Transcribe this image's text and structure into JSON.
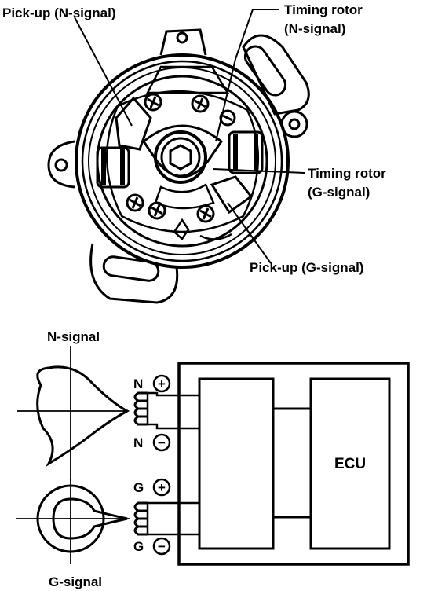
{
  "labels": {
    "pickup_n": "Pick-up (N-signal)",
    "timing_rotor_n_line1": "Timing rotor",
    "timing_rotor_n_line2": "(N-signal)",
    "timing_rotor_g_line1": "Timing rotor",
    "timing_rotor_g_line2": "(G-signal)",
    "pickup_g": "Pick-up (G-signal)",
    "n_signal": "N-signal",
    "g_signal": "G-signal",
    "ecu": "ECU",
    "terminal_n": "N",
    "terminal_g": "G",
    "plus": "+",
    "minus": "−"
  },
  "colors": {
    "ink": "#000000",
    "paper": "#ffffff"
  }
}
